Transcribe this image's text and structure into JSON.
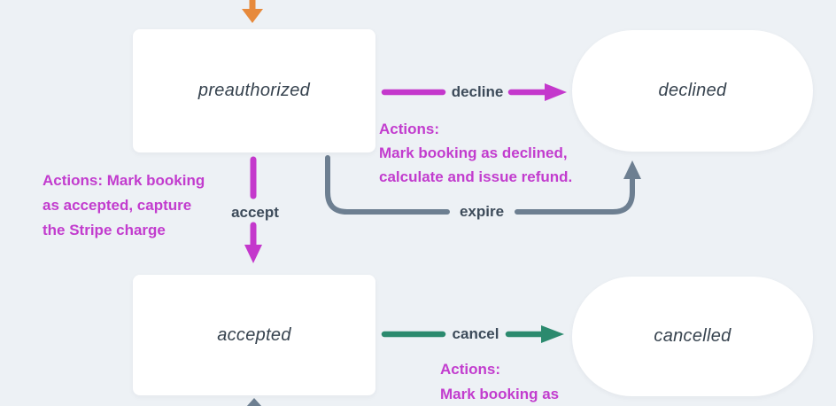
{
  "colors": {
    "background": "#edf1f5",
    "node_fill": "#ffffff",
    "magenta": "#c438cc",
    "teal": "#2b8a6e",
    "orange": "#e78a3c",
    "gray": "#6d7f91",
    "edge_label_text": "#3d4b5a",
    "state_text": "#37434f"
  },
  "nodes": {
    "preauthorized": {
      "label": "preauthorized",
      "shape": "rounded-rect"
    },
    "declined": {
      "label": "declined",
      "shape": "pill"
    },
    "accepted": {
      "label": "accepted",
      "shape": "rounded-rect"
    },
    "cancelled": {
      "label": "cancelled",
      "shape": "pill"
    }
  },
  "edges": {
    "decline": {
      "label": "decline",
      "color": "#c438cc"
    },
    "expire": {
      "label": "expire",
      "color": "#6d7f91"
    },
    "accept": {
      "label": "accept",
      "color": "#c438cc"
    },
    "cancel": {
      "label": "cancel",
      "color": "#2b8a6e"
    }
  },
  "annotations": {
    "decline": {
      "line1": "Actions:",
      "line2": "Mark booking as declined,",
      "line3": "calculate and issue refund."
    },
    "accept": {
      "line1": "Actions: Mark booking",
      "line2": "as accepted, capture",
      "line3": "the Stripe charge"
    },
    "cancel": {
      "line1": "Actions:",
      "line2": "Mark booking as"
    }
  }
}
